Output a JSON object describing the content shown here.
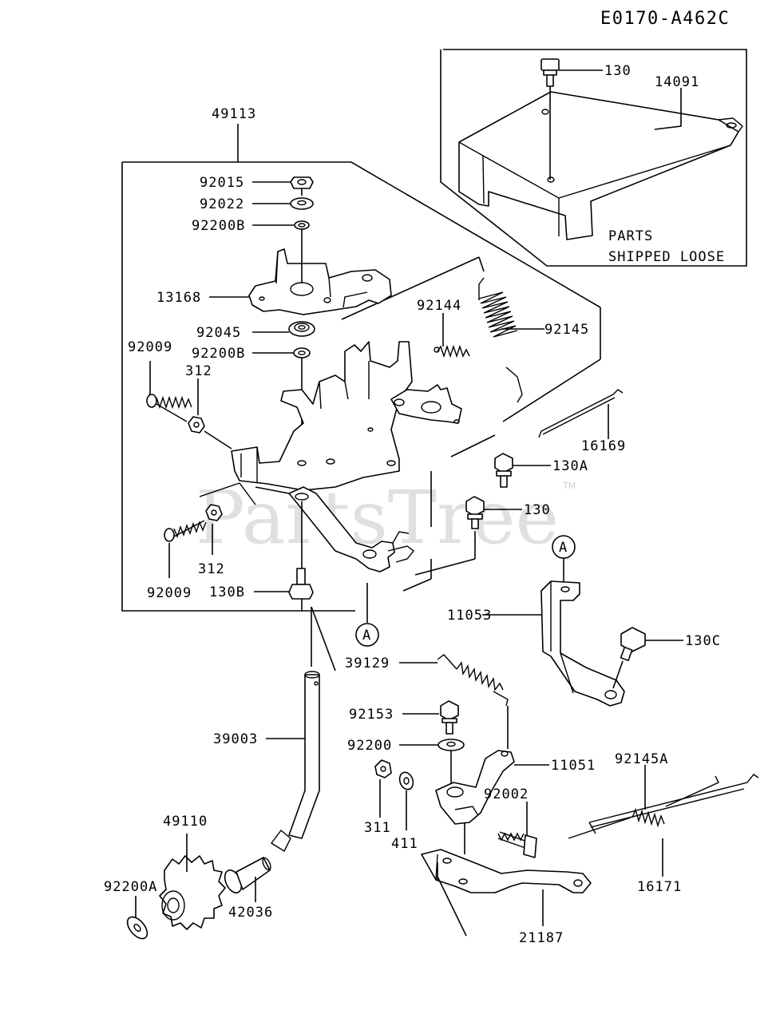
{
  "diagram_code": "E0170-A462C",
  "watermark": "PartsTree",
  "trademark": "TM",
  "note": {
    "line1": "PARTS",
    "line2": "SHIPPED LOOSE"
  },
  "callouts": {
    "a_top": "A",
    "a_right": "A"
  },
  "labels": {
    "p130_top": "130",
    "p14091": "14091",
    "p49113": "49113",
    "p92015": "92015",
    "p92022": "92022",
    "p92200B_1": "92200B",
    "p13168": "13168",
    "p92144": "92144",
    "p92145": "92145",
    "p92045": "92045",
    "p92200B_2": "92200B",
    "p92009_1": "92009",
    "p312_1": "312",
    "p16169": "16169",
    "p130A": "130A",
    "p130_mid": "130",
    "p312_2": "312",
    "p92009_2": "92009",
    "p130B": "130B",
    "p11053": "11053",
    "p130C": "130C",
    "p39129": "39129",
    "p39003": "39003",
    "p92153": "92153",
    "p92200": "92200",
    "p11051": "11051",
    "p92145A": "92145A",
    "p311": "311",
    "p411": "411",
    "p92002": "92002",
    "p49110": "49110",
    "p92200A": "92200A",
    "p42036": "42036",
    "p16171": "16171",
    "p21187": "21187"
  }
}
